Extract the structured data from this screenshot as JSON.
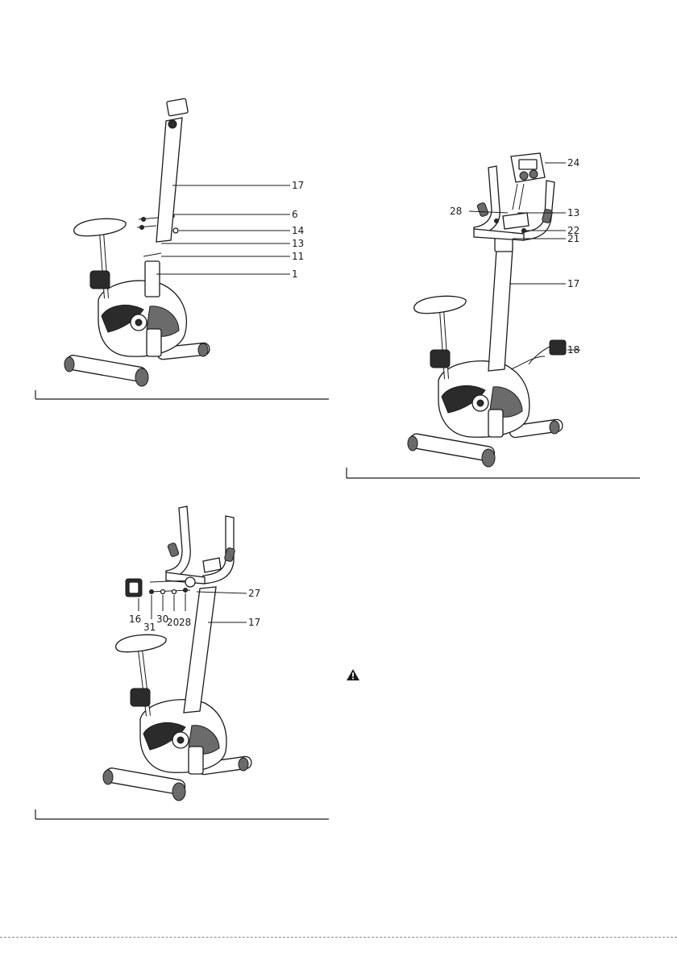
{
  "step_a": {
    "callouts": [
      "17",
      "6",
      "14",
      "13",
      "11",
      "1"
    ]
  },
  "step_b": {
    "callouts": [
      "24",
      "28",
      "13",
      "22",
      "21",
      "17",
      "18"
    ]
  },
  "step_c": {
    "callouts_right": [
      "27",
      "17"
    ],
    "callouts_below": [
      "16",
      "31",
      "30",
      "20",
      "28"
    ]
  },
  "warning": {
    "icon": "warning-triangle-icon"
  },
  "colors": {
    "ink": "#1a1a1a",
    "frame_dark": "#2b2b2b",
    "frame_mid": "#6b6b6b"
  }
}
